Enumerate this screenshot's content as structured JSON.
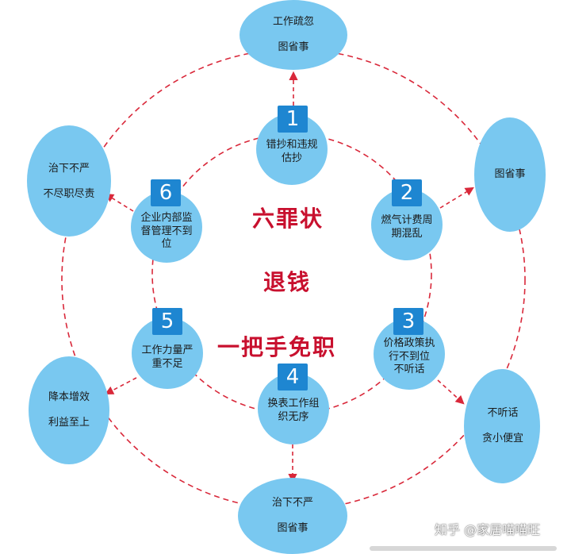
{
  "colors": {
    "node_fill": "#79c8f0",
    "dashed_line": "#d9283a",
    "badge": "#1e86d1",
    "center_text": "#c8102e"
  },
  "outer_nodes": [
    {
      "lines": [
        "工作疏忽",
        "图省事"
      ]
    },
    {
      "lines": [
        "图省事"
      ]
    },
    {
      "lines": [
        "不听话",
        "贪小便宜"
      ]
    },
    {
      "lines": [
        "治下不严",
        "图省事"
      ]
    },
    {
      "lines": [
        "降本增效",
        "利益至上"
      ]
    },
    {
      "lines": [
        "治下不严",
        "不尽职尽责"
      ]
    }
  ],
  "inner_nodes": [
    {
      "number": "1",
      "lines": [
        "错抄和违规",
        "估抄"
      ]
    },
    {
      "number": "2",
      "lines": [
        "燃气计费周",
        "期混乱"
      ]
    },
    {
      "number": "3",
      "lines": [
        "价格政策执",
        "行不到位",
        "不听话"
      ]
    },
    {
      "number": "4",
      "lines": [
        "换表工作组",
        "织无序"
      ]
    },
    {
      "number": "5",
      "lines": [
        "工作力量严",
        "重不足"
      ]
    },
    {
      "number": "6",
      "lines": [
        "企业内部监",
        "督管理不到",
        "位"
      ]
    }
  ],
  "center": {
    "line1": "六罪状",
    "line2": "退钱",
    "line3": "一把手免职"
  },
  "watermark": "知乎 @家居喵喵旺"
}
